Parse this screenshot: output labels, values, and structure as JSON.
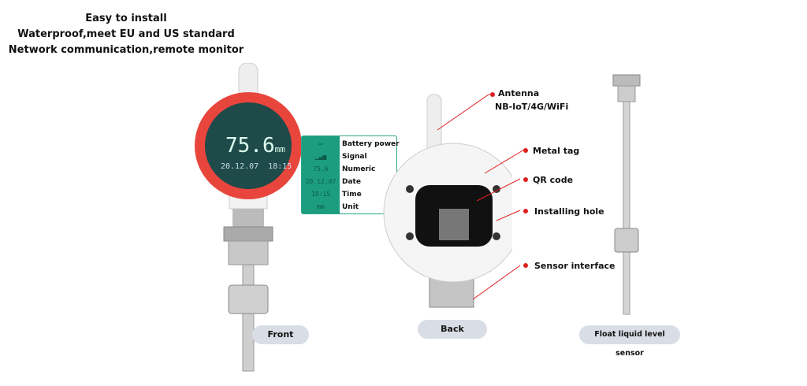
{
  "headline": [
    "Easy to install",
    "Waterproof,meet EU and US standard",
    "Network communication,remote monitor"
  ],
  "display": {
    "value": "75.6",
    "unit": "mm",
    "date": "20.12.07",
    "time": "18:15"
  },
  "legend": [
    {
      "icon": "battery-icon",
      "glyph": "▭",
      "label": "Battery power"
    },
    {
      "icon": "signal-icon",
      "glyph": "▁▃▅",
      "label": "Signal"
    },
    {
      "icon": "numeric-icon",
      "glyph": "75.6",
      "label": "Numeric"
    },
    {
      "icon": "date-icon",
      "glyph": "20.12.07",
      "label": "Date"
    },
    {
      "icon": "time-icon",
      "glyph": "18:15",
      "label": "Time"
    },
    {
      "icon": "unit-icon",
      "glyph": "mm",
      "label": "Unit"
    }
  ],
  "callouts": {
    "antenna": "Antenna",
    "antenna_sub": "NB-IoT/4G/WiFi",
    "metal_tag": "Metal tag",
    "qr": "QR code",
    "hole": "Installing hole",
    "sensor": "Sensor interface"
  },
  "views": {
    "front": "Front",
    "back": "Back",
    "float": "Float liquid level sensor"
  },
  "colors": {
    "bezel": "#e8453c",
    "screen": "#1f4a4a",
    "legend": "#1c9d7f",
    "callout": "#e02020"
  }
}
